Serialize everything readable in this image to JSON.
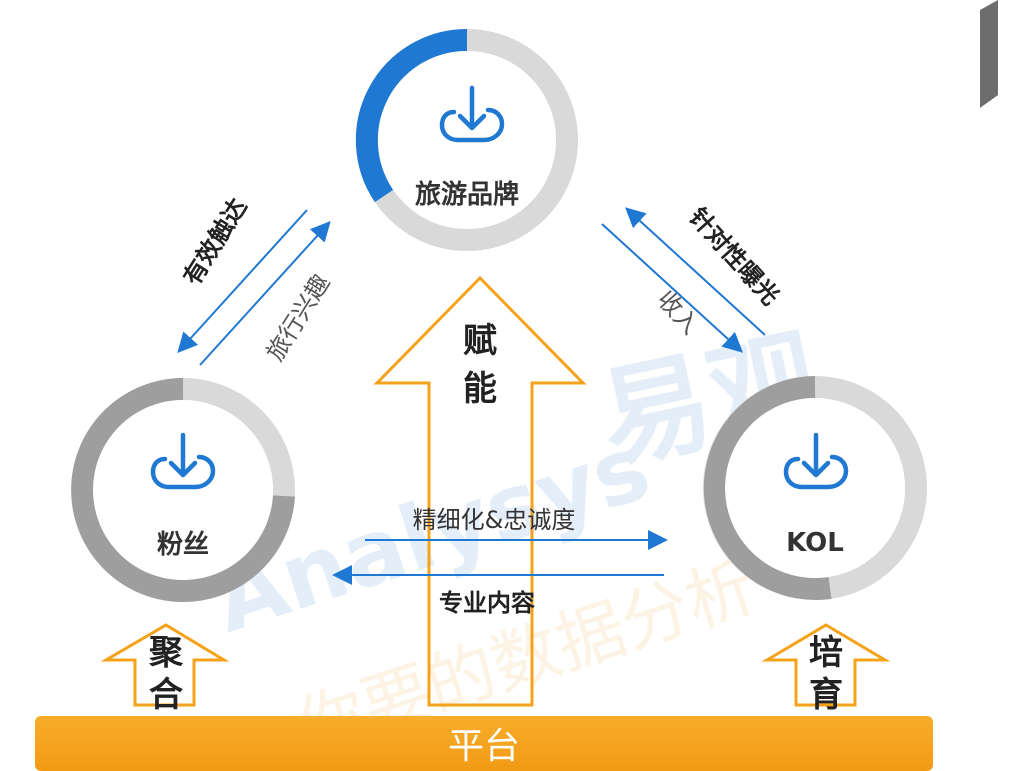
{
  "nodes": {
    "brand": {
      "label": "旅游品牌",
      "icon": "cloud-download-icon"
    },
    "fans": {
      "label": "粉丝",
      "icon": "cloud-download-icon"
    },
    "kol": {
      "label": "KOL",
      "icon": "cloud-download-icon"
    }
  },
  "edges": {
    "brand_fans_bold": "有效触达",
    "fans_brand_thin": "旅行兴趣",
    "brand_kol_bold": "针对性曝光",
    "kol_brand_thin": "收入",
    "fans_kol": "精细化&忠诚度",
    "kol_fans": "专业内容"
  },
  "arrows": {
    "center": [
      "赋",
      "能"
    ],
    "left": [
      "聚",
      "合"
    ],
    "right": [
      "培",
      "育"
    ]
  },
  "platform": "平台",
  "watermark": {
    "brand_cn": "易观",
    "brand_en": "Analysys",
    "slogan": "你要的数据分析"
  },
  "colors": {
    "blue": "#1f78d1",
    "gray": "#9e9e9e",
    "light_gray": "#d9d9d9",
    "orange": "#f4a21a",
    "dark_gray": "#6d6d6d"
  }
}
